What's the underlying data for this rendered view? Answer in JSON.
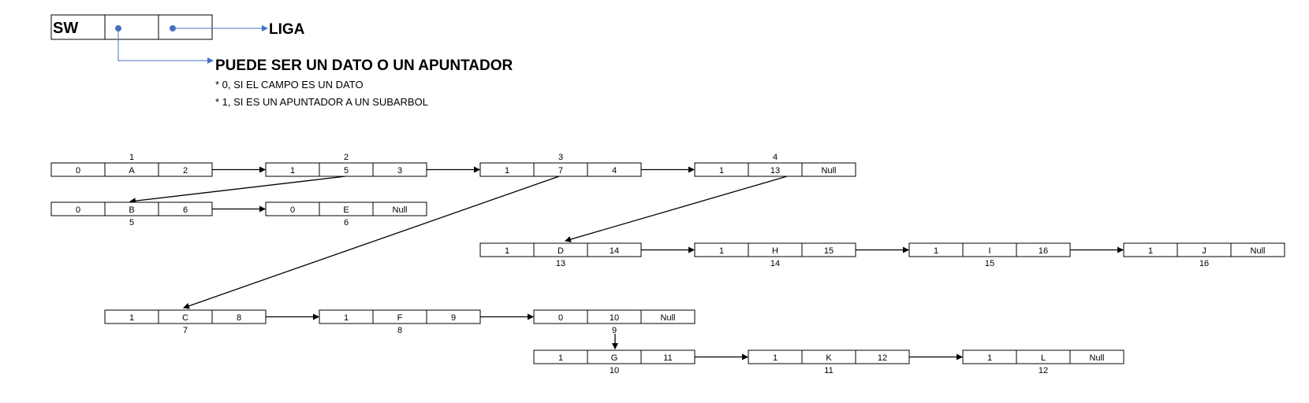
{
  "legend": {
    "sw": "SW",
    "liga": "LIGA",
    "title": "PUEDE SER UN DATO O UN APUNTADOR",
    "lines": [
      "* 0, SI EL CAMPO ES UN DATO",
      "* 1, SI ES UN APUNTADOR A UN SUBARBOL"
    ]
  },
  "nodes": [
    {
      "id": "1",
      "label": "1",
      "sw": "0",
      "field": "A",
      "link": "2"
    },
    {
      "id": "2",
      "label": "2",
      "sw": "1",
      "field": "5",
      "link": "3"
    },
    {
      "id": "3",
      "label": "3",
      "sw": "1",
      "field": "7",
      "link": "4"
    },
    {
      "id": "4",
      "label": "4",
      "sw": "1",
      "field": "13",
      "link": "Null"
    },
    {
      "id": "5",
      "label": "5",
      "sw": "0",
      "field": "B",
      "link": "6"
    },
    {
      "id": "6",
      "label": "6",
      "sw": "0",
      "field": "E",
      "link": "Null"
    },
    {
      "id": "13",
      "label": "13",
      "sw": "1",
      "field": "D",
      "link": "14"
    },
    {
      "id": "14",
      "label": "14",
      "sw": "1",
      "field": "H",
      "link": "15"
    },
    {
      "id": "15",
      "label": "15",
      "sw": "1",
      "field": "I",
      "link": "16"
    },
    {
      "id": "16",
      "label": "16",
      "sw": "1",
      "field": "J",
      "link": "Null"
    },
    {
      "id": "7",
      "label": "7",
      "sw": "1",
      "field": "C",
      "link": "8"
    },
    {
      "id": "8",
      "label": "8",
      "sw": "1",
      "field": "F",
      "link": "9"
    },
    {
      "id": "9",
      "label": "9",
      "sw": "0",
      "field": "10",
      "link": "Null"
    },
    {
      "id": "10",
      "label": "10",
      "sw": "1",
      "field": "G",
      "link": "11"
    },
    {
      "id": "11",
      "label": "11",
      "sw": "1",
      "field": "K",
      "link": "12"
    },
    {
      "id": "12",
      "label": "12",
      "sw": "1",
      "field": "L",
      "link": "Null"
    }
  ],
  "edges": [
    {
      "from": "1",
      "to": "2",
      "kind": "link"
    },
    {
      "from": "2",
      "to": "3",
      "kind": "link"
    },
    {
      "from": "3",
      "to": "4",
      "kind": "link"
    },
    {
      "from": "5",
      "to": "6",
      "kind": "link"
    },
    {
      "from": "13",
      "to": "14",
      "kind": "link"
    },
    {
      "from": "14",
      "to": "15",
      "kind": "link"
    },
    {
      "from": "15",
      "to": "16",
      "kind": "link"
    },
    {
      "from": "7",
      "to": "8",
      "kind": "link"
    },
    {
      "from": "8",
      "to": "9",
      "kind": "link"
    },
    {
      "from": "10",
      "to": "11",
      "kind": "link"
    },
    {
      "from": "11",
      "to": "12",
      "kind": "link"
    },
    {
      "from": "2",
      "to": "5",
      "kind": "pointer"
    },
    {
      "from": "3",
      "to": "7",
      "kind": "pointer"
    },
    {
      "from": "4",
      "to": "13",
      "kind": "pointer"
    },
    {
      "from": "9",
      "to": "10",
      "kind": "pointer"
    }
  ],
  "colors": {
    "line": "#000000",
    "legend_arrow": "#4472c4",
    "legend_dot": "#4472c4"
  }
}
